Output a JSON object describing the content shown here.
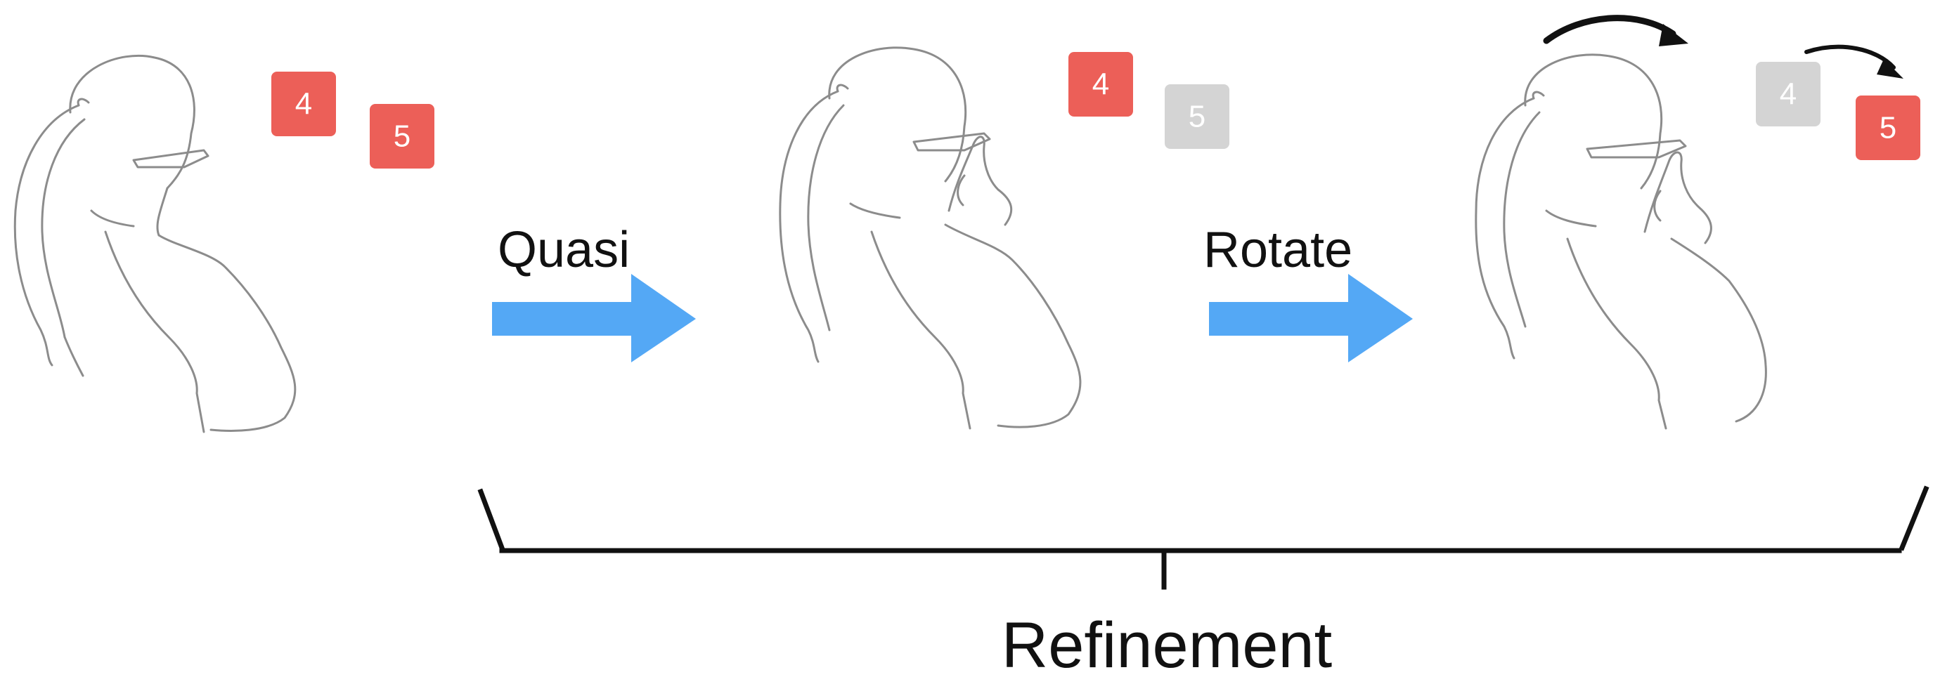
{
  "colors": {
    "badge_active": "#ec5f58",
    "badge_inactive": "#d4d4d4",
    "arrow": "#54a8f5",
    "bracket": "#111111",
    "rotation_arrow": "#111111"
  },
  "panels": [
    {
      "badges": [
        {
          "label": "4",
          "state": "active"
        },
        {
          "label": "5",
          "state": "active"
        }
      ]
    },
    {
      "badges": [
        {
          "label": "4",
          "state": "active"
        },
        {
          "label": "5",
          "state": "inactive"
        }
      ]
    },
    {
      "badges": [
        {
          "label": "4",
          "state": "inactive"
        },
        {
          "label": "5",
          "state": "active"
        }
      ]
    }
  ],
  "transitions": [
    {
      "label": "Quasi",
      "icon": "right-arrow-icon"
    },
    {
      "label": "Rotate",
      "icon": "right-arrow-icon"
    }
  ],
  "bracket": {
    "label": "Refinement"
  }
}
